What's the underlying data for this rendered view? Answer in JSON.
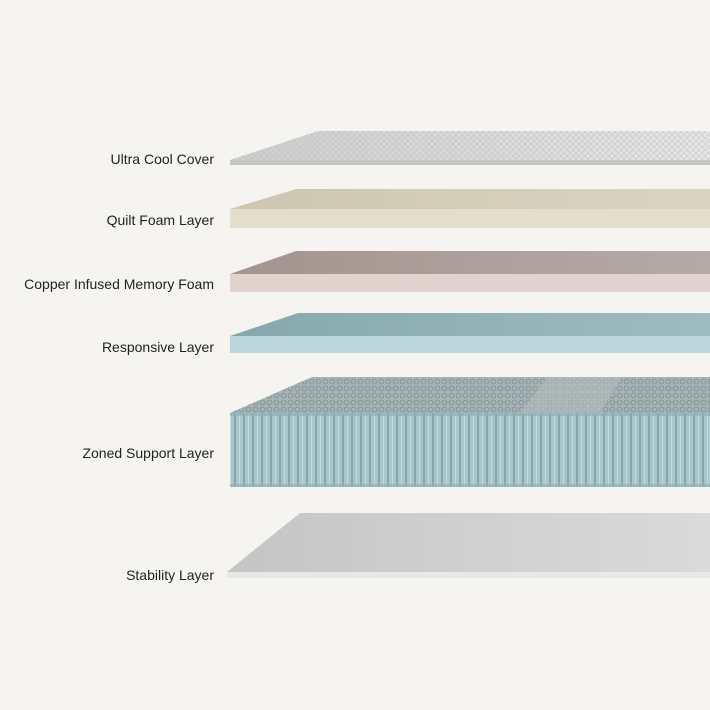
{
  "layers": [
    {
      "label": "Ultra Cool Cover",
      "top_color": "#dcdcdc",
      "edge_color": "#c9c9c9"
    },
    {
      "label": "Quilt Foam Layer",
      "top_color": "#d4cfbb",
      "edge_color": "#e4dfcd"
    },
    {
      "label": "Copper Infused Memory Foam",
      "top_color": "#aa9c9a",
      "edge_color": "#e3d4d0"
    },
    {
      "label": "Responsive Layer",
      "top_color": "#8fb0b5",
      "edge_color": "#bcd6dd"
    },
    {
      "label": "Zoned Support Layer",
      "top_color": "#a9b3b5",
      "edge_color": "#9fbec4"
    },
    {
      "label": "Stability Layer",
      "top_color": "#cfcfcf",
      "edge_color": "#e8e8e8"
    }
  ]
}
